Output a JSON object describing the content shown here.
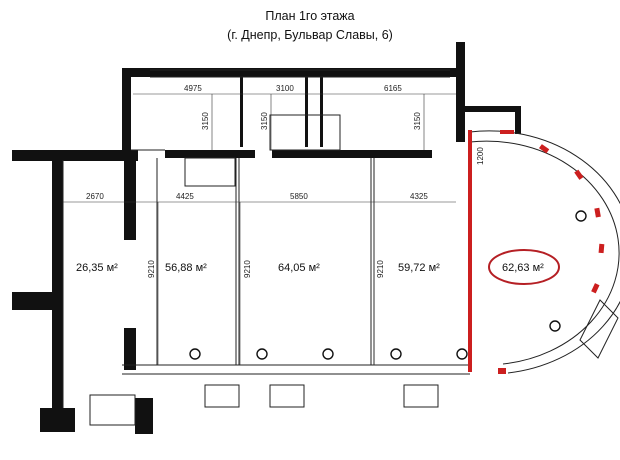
{
  "title": {
    "line1": "План 1го этажа",
    "line2": "(г. Днепр, Бульвар Славы, 6)"
  },
  "colors": {
    "wall": "#111111",
    "highlight": "#cc1f1f",
    "ellipse": "#b51f24"
  },
  "dimensions": {
    "top_widths": [
      "4975",
      "3100",
      "6165"
    ],
    "top_heights": [
      "3150",
      "3150",
      "3150"
    ],
    "room_widths": [
      "2670",
      "4425",
      "5850",
      "4325"
    ],
    "room_heights": [
      "9210",
      "9210",
      "9210"
    ],
    "bay": "1200"
  },
  "rooms": [
    {
      "label": "26,35 м²",
      "highlight": false
    },
    {
      "label": "56,88 м²",
      "highlight": false
    },
    {
      "label": "64,05 м²",
      "highlight": false
    },
    {
      "label": "59,72 м²",
      "highlight": false
    },
    {
      "label": "62,63 м²",
      "highlight": true
    }
  ]
}
